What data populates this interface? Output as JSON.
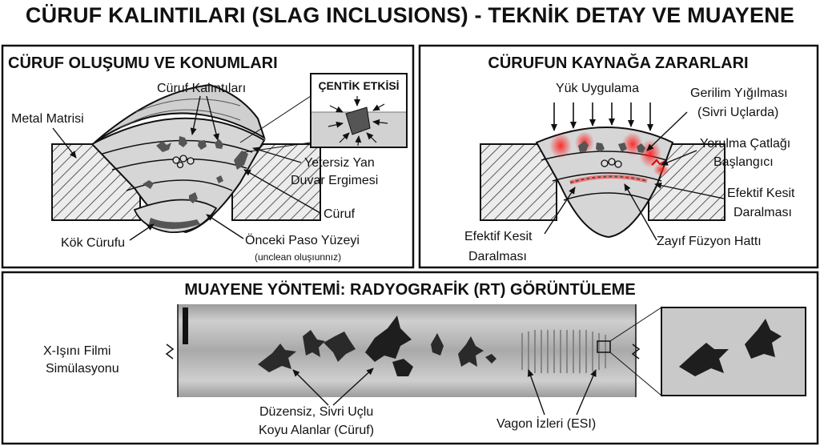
{
  "title": "CÜRUF KALINTILARI (SLAG INCLUSIONS) - TEKNİK DETAY VE MUAYENE",
  "panel1": {
    "heading": "CÜRUF OLUŞUMU VE KONUMLARI",
    "labels": {
      "metal_matrix": "Metal Matrisi",
      "slag_remnants": "Cüruf Kalıntıları",
      "notch_effect": "ÇENTİK ETKİSİ",
      "sidewall_1": "Yetersiz Yan",
      "sidewall_2": "Duvar Ergimesi",
      "slag": "Cüruf",
      "root_slag": "Kök Cürufu",
      "prev_pass": "Önceki Paso Yüzeyi",
      "unclean": "(unclean oluşıunnız)"
    }
  },
  "panel2": {
    "heading": "CÜRUFUN KAYNAĞA ZARARLARI",
    "labels": {
      "load": "Yük Uygulama",
      "stress_1": "Gerilim Yığılması",
      "stress_2": "(Sivri Uçlarda)",
      "fatigue_1": "Yorulma Çatlağı",
      "fatigue_2": "Başlangıcı",
      "eff_right_1": "Efektif Kesit",
      "eff_right_2": "Daralması",
      "eff_left_1": "Efektif Kesit",
      "eff_left_2": "Daralması",
      "weak_fusion": "Zayıf Füzyon Hattı"
    }
  },
  "panel3": {
    "heading": "MUAYENE YÖNTEMİ: RADYOGRAFİK (RT) GÖRÜNTÜLEME",
    "labels": {
      "film_1": "X-Işını Filmi",
      "film_2": "Simülasyonu",
      "dark_1": "Düzensiz, Sivri Uçlu",
      "dark_2": "Koyu Alanlar (Cüruf)",
      "wagon": "Vagon İzleri (ESI)"
    }
  },
  "colors": {
    "ink": "#111111",
    "weld": "#d4d4d4",
    "film": "#b9b9b9",
    "stress": "#ff2a2a"
  }
}
